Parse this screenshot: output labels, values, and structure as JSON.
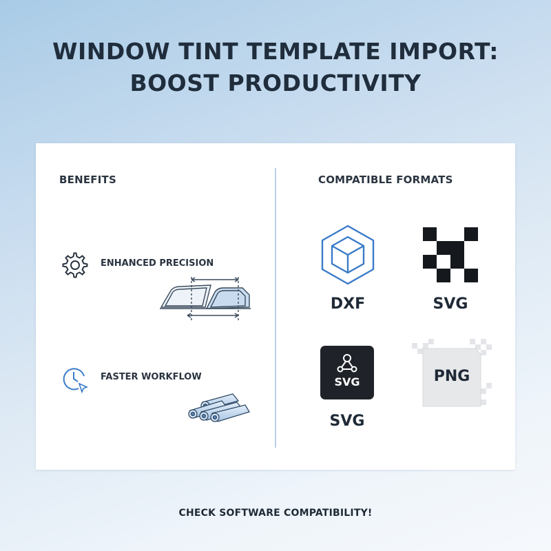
{
  "title": {
    "line1": "WINDOW TINT TEMPLATE IMPORT:",
    "line2": "BOOST PRODUCTIVITY"
  },
  "benefits": {
    "heading": "BENEFITS",
    "items": [
      {
        "label": "ENHANCED PRECISION",
        "icon": "gear-icon",
        "illustration": "car-window-template-illustration"
      },
      {
        "label": "FASTER WORKFLOW",
        "icon": "clock-cursor-icon",
        "illustration": "tint-film-rolls-illustration"
      }
    ]
  },
  "formats": {
    "heading": "COMPATIBLE FORMATS",
    "items": [
      {
        "label": "DXF",
        "icon": "hexagon-cube-icon"
      },
      {
        "label": "SVG",
        "icon": "pixel-grid-icon"
      },
      {
        "label": "SVG",
        "icon": "svg-node-badge-icon",
        "badge_text": "SVG"
      },
      {
        "badge_text": "PNG",
        "icon": "png-transparency-icon"
      }
    ]
  },
  "footer": "CHECK SOFTWARE COMPATIBILITY!",
  "colors": {
    "accent": "#3a7bc8",
    "divider": "#b9d1ea",
    "text": "#1f2a36",
    "badge_dark": "#1f2329"
  }
}
